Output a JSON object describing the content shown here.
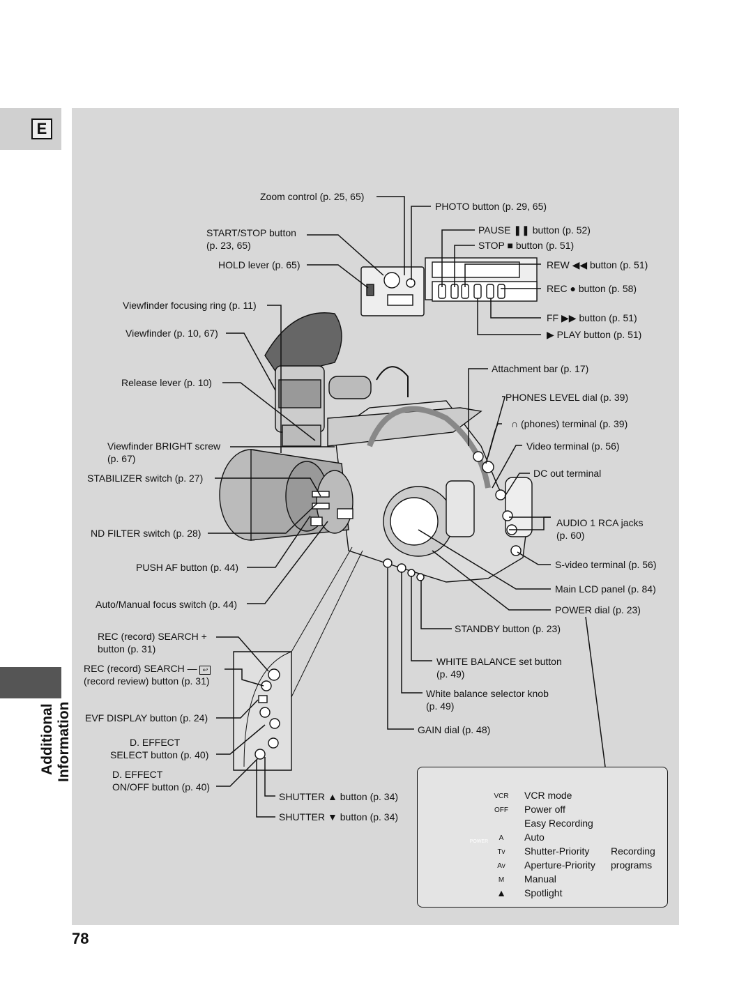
{
  "section_tab": "E",
  "side_label": [
    "Additional",
    "Information"
  ],
  "page_number": "78",
  "labels": {
    "zoom": "Zoom control (p. 25, 65)",
    "photo": "PHOTO button (p. 29, 65)",
    "startstop_1": "START/STOP button",
    "startstop_2": "(p. 23, 65)",
    "pause_a": "PAUSE",
    "pause_b": "button (p. 52)",
    "stop_a": "STOP",
    "stop_b": "button (p. 51)",
    "hold": "HOLD lever (p. 65)",
    "rew_a": "REW",
    "rew_b": "button (p. 51)",
    "rec_a": "REC",
    "rec_b": "button (p. 58)",
    "vf_focus": "Viewfinder focusing ring (p. 11)",
    "ff_a": "FF",
    "ff_b": "button (p. 51)",
    "viewfinder": "Viewfinder (p. 10, 67)",
    "play": "PLAY button (p. 51)",
    "attachment": "Attachment bar (p. 17)",
    "release": "Release lever (p. 10)",
    "phones_level": "PHONES LEVEL dial (p. 39)",
    "phones_term": "(phones) terminal (p. 39)",
    "bright_1": "Viewfinder BRIGHT screw",
    "bright_2": "(p. 67)",
    "video_term": "Video terminal (p. 56)",
    "stabilizer": "STABILIZER switch (p. 27)",
    "dc_out": "DC out terminal",
    "audio_1": "AUDIO 1 RCA jacks",
    "audio_2": "(p. 60)",
    "nd": "ND FILTER switch (p. 28)",
    "svideo": "S-video terminal (p. 56)",
    "push_af": "PUSH AF button (p. 44)",
    "main_lcd": "Main LCD panel (p. 84)",
    "power_dial": "POWER dial (p. 23)",
    "af_mf": "Auto/Manual focus switch (p. 44)",
    "standby": "STANDBY button (p. 23)",
    "rec_search_1": "REC (record) SEARCH +",
    "rec_search_2": "button (p. 31)",
    "wb_set_1": "WHITE BALANCE set button",
    "wb_set_2": "(p. 49)",
    "rec_review_1": "REC (record) SEARCH —",
    "rec_review_2": "(record review) button (p. 31)",
    "wb_knob_1": "White balance selector knob",
    "wb_knob_2": "(p. 49)",
    "evf": "EVF DISPLAY button (p. 24)",
    "gain": "GAIN dial (p. 48)",
    "deffect_sel_1": "D. EFFECT",
    "deffect_sel_2": "SELECT button (p. 40)",
    "deffect_on_1": "D. EFFECT",
    "deffect_on_2": "ON/OFF button (p. 40)",
    "shutter_up_a": "SHUTTER",
    "shutter_up_b": "button (p. 34)",
    "shutter_dn_a": "SHUTTER",
    "shutter_dn_b": "button (p. 34)"
  },
  "legend": {
    "power_tag": "POWER",
    "rows": [
      {
        "symbol": "VCR",
        "text": "VCR mode"
      },
      {
        "symbol": "OFF",
        "text": "Power off"
      },
      {
        "symbol": "",
        "text": "Easy Recording"
      },
      {
        "symbol": "A",
        "text": "Auto"
      },
      {
        "symbol": "Tv",
        "text": "Shutter-Priority"
      },
      {
        "symbol": "Av",
        "text": "Aperture-Priority"
      },
      {
        "symbol": "M",
        "text": "Manual"
      },
      {
        "symbol": "",
        "text": "Spotlight"
      }
    ],
    "group_1": "Recording",
    "group_2": "programs"
  }
}
